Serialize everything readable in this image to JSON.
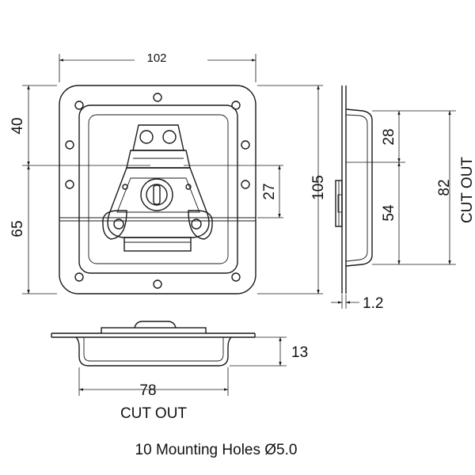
{
  "drawing": {
    "top_view": {
      "width_label": "102",
      "dim_upper_left": "40",
      "dim_lower_left": "65",
      "dim_handle": "27",
      "dim_height": "105"
    },
    "side_view": {
      "dim_upper": "28",
      "dim_lower": "54",
      "dim_cutout": "82",
      "cutout_label": "CUT OUT",
      "thickness": "1.2"
    },
    "bottom_view": {
      "depth": "13",
      "cutout_width": "78",
      "cutout_label": "CUT OUT"
    },
    "note": "10 Mounting Holes Ø5.0"
  }
}
